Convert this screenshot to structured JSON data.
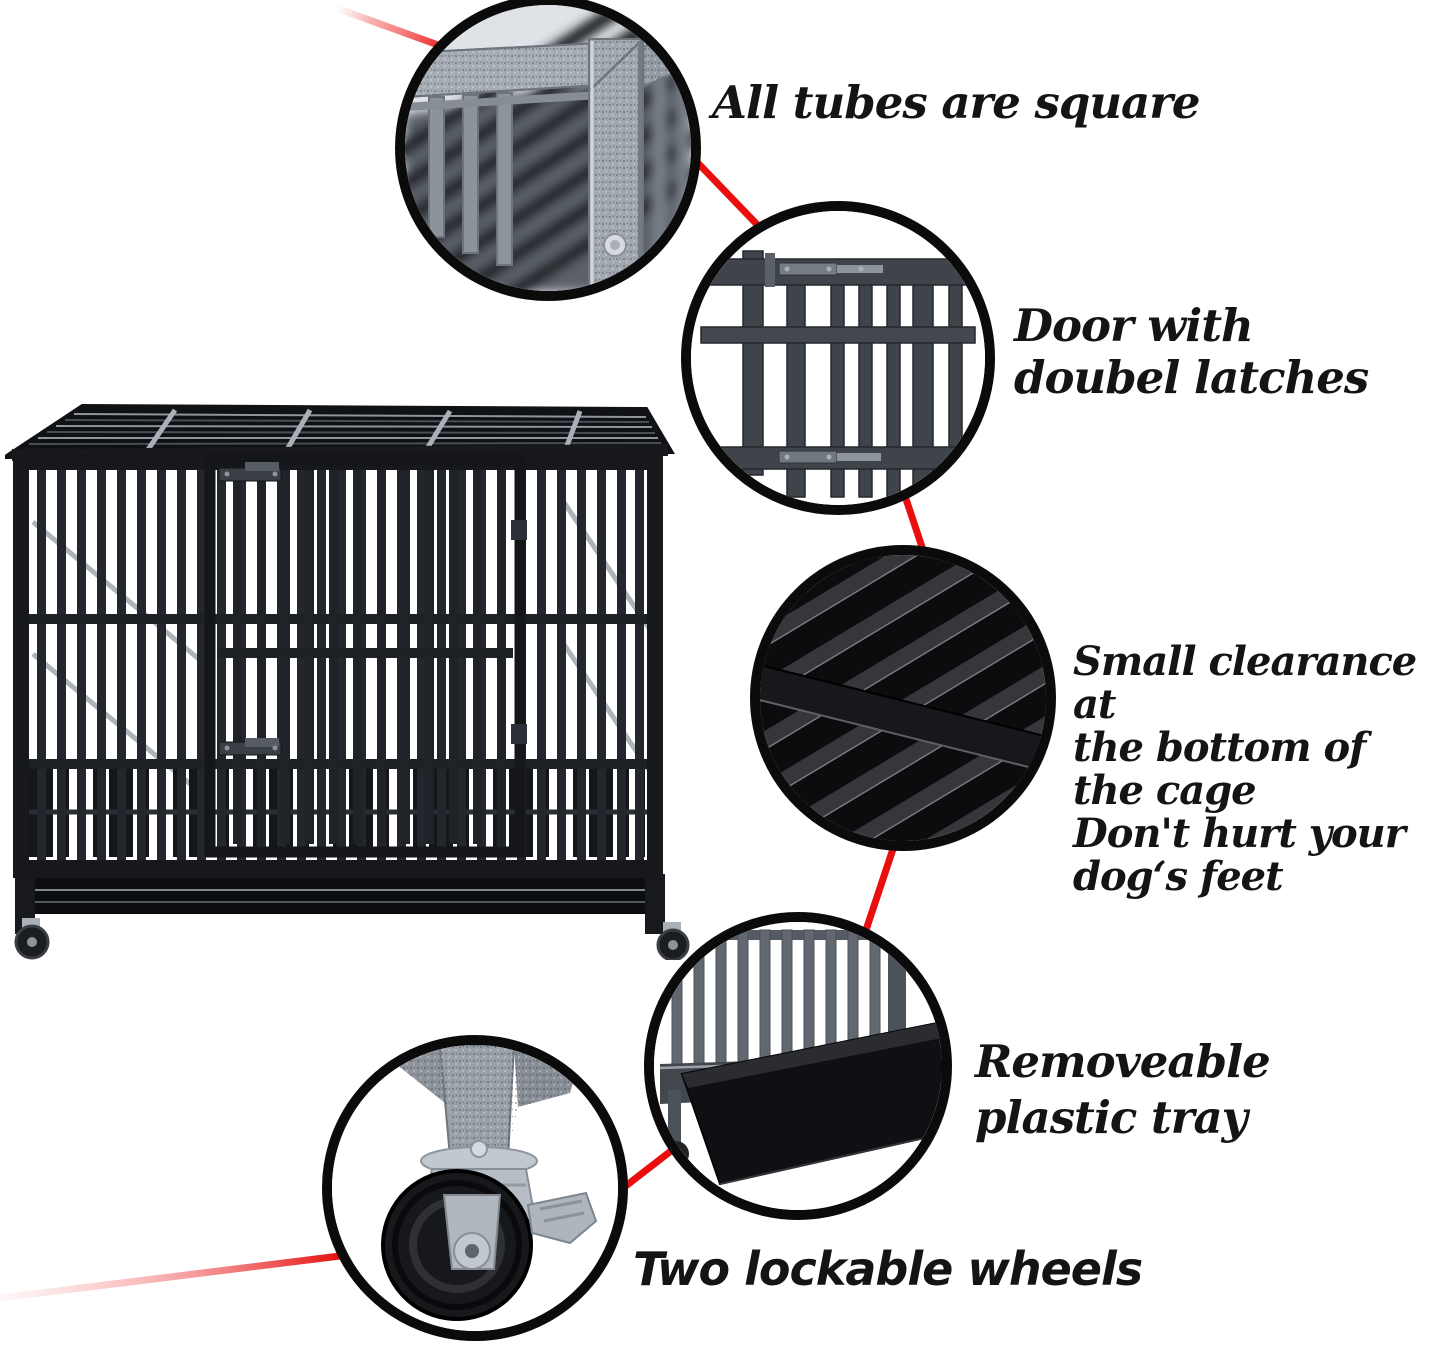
{
  "colors": {
    "background": "#ffffff",
    "connector_red": "#e91010",
    "circle_border": "#0b0b0b",
    "label_text": "#141414",
    "cage_metal_dark": "#1b1d21",
    "cage_metal_silver": "#a7adb4",
    "tray_black": "#101114"
  },
  "callouts": [
    {
      "name": "square-tubes",
      "lines": [
        "All tubes are square"
      ]
    },
    {
      "name": "door-latches",
      "lines": [
        "Door with",
        "doubel latches"
      ]
    },
    {
      "name": "bottom-clearance",
      "lines": [
        "Small clearance at",
        "the bottom of  the cage",
        "Don't hurt your dog‘s feet"
      ]
    },
    {
      "name": "plastic-tray",
      "lines": [
        "Removeable",
        "plastic tray"
      ]
    },
    {
      "name": "lockable-wheels",
      "lines": [
        "Two lockable wheels"
      ]
    }
  ]
}
